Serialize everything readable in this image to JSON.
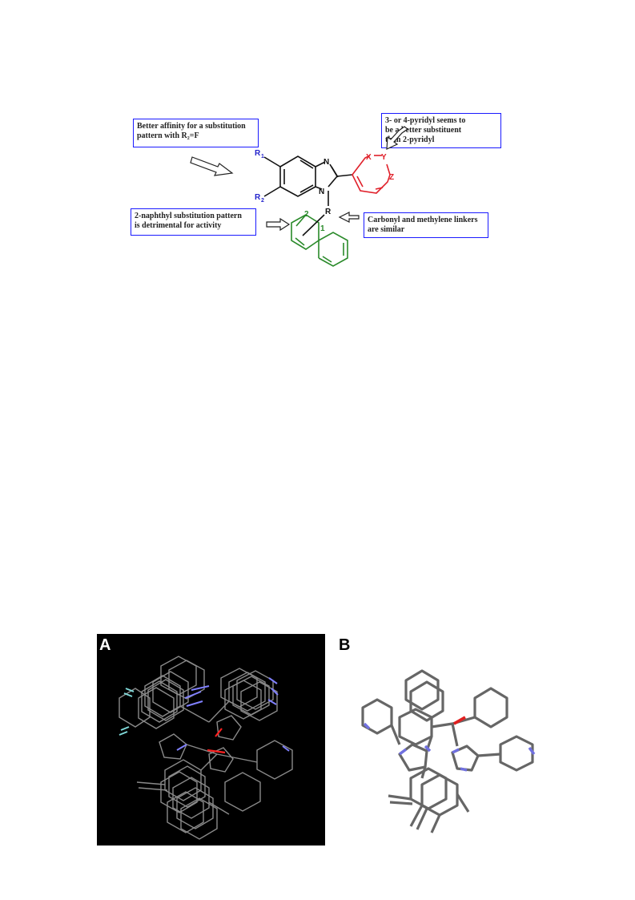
{
  "annotations": {
    "affinity": "Better affinity for a substitution\npattern with  R₂=F",
    "pyridyl": "3- or 4-pyridyl seems to\nbe a better substituent\nthan 2-pyridyl",
    "naphthyl": "2-naphthyl substitution pattern\nis detrimental for activity",
    "linker": "Carbonyl and methylene linkers\nare similar"
  },
  "structure": {
    "r1": "R",
    "r1_sub": "1",
    "r2": "R",
    "r2_sub": "2",
    "n_top": "N",
    "n_bottom": "N",
    "linker_r": "R",
    "x": "X",
    "y": "Y",
    "z": "Z",
    "pos_2": "2",
    "pos_1": "1"
  },
  "panels": {
    "a_label": "A",
    "b_label": "B"
  },
  "colors": {
    "box_border": "#1a1aff",
    "r_groups": "#2222cc",
    "pyridyl_ring": "#e0202a",
    "naphthyl_ring": "#2a8a2a",
    "panel_a_background": "#000000",
    "molecule_gray": "#8a8a8a",
    "nitrogen_blue": "#8080ff",
    "oxygen_red": "#ff2020"
  }
}
